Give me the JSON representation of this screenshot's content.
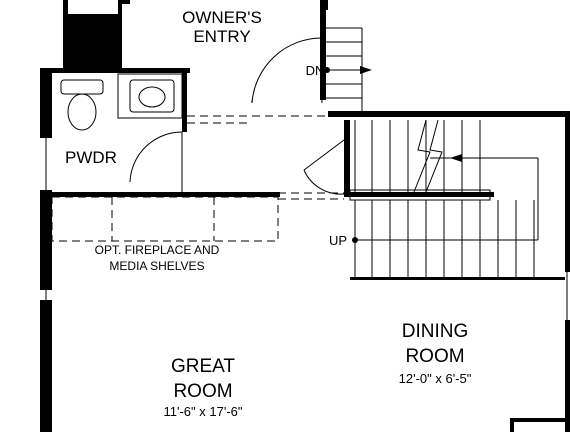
{
  "rooms": {
    "owners_entry": {
      "line1": "OWNER'S",
      "line2": "ENTRY"
    },
    "powder": {
      "label": "PWDR"
    },
    "fireplace_note": {
      "line1": "OPT. FIREPLACE AND",
      "line2": "MEDIA SHELVES"
    },
    "great_room": {
      "line1": "GREAT",
      "line2": "ROOM",
      "dims": "11'-6\" x 17'-6\""
    },
    "dining_room": {
      "line1": "DINING",
      "line2": "ROOM",
      "dims": "12'-0\" x 6'-5\""
    }
  },
  "stairs": {
    "down_label": "DN",
    "up_label": "UP"
  }
}
